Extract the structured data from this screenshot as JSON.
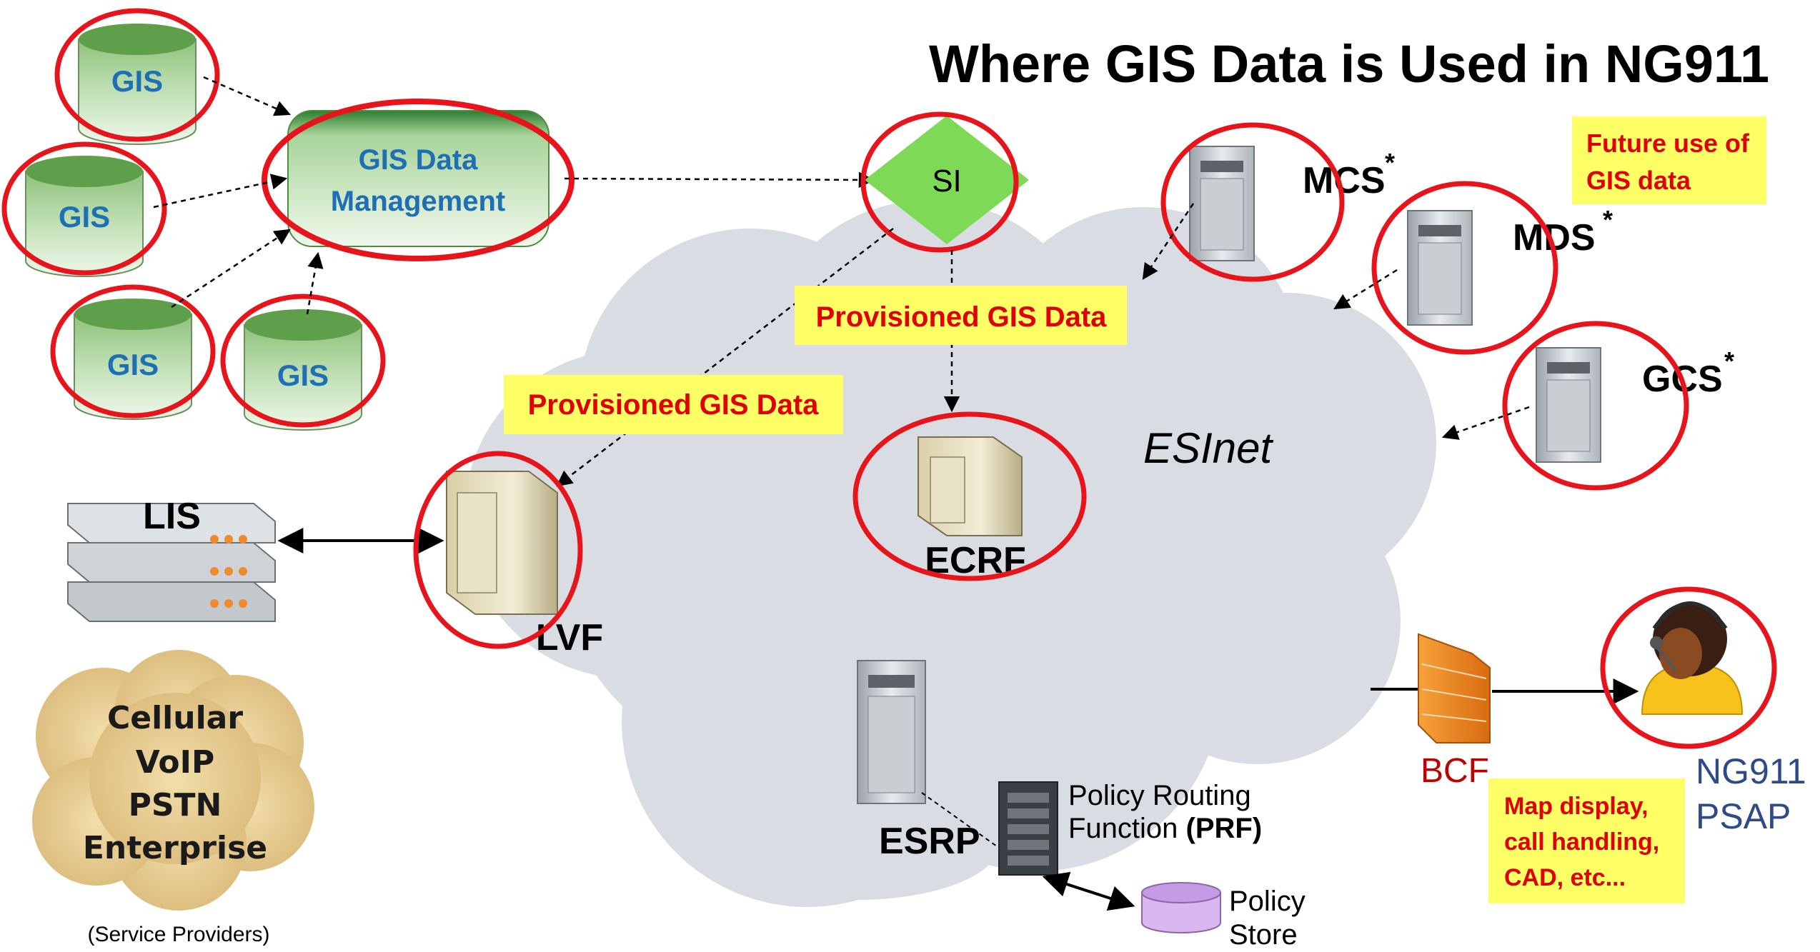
{
  "title": "Where GIS Data is Used in NG911",
  "gis_sources": [
    "GIS",
    "GIS",
    "GIS",
    "GIS"
  ],
  "gis_data_management": {
    "line1": "GIS Data",
    "line2": "Management"
  },
  "si": "SI",
  "provisioned_labels": [
    "Provisioned GIS Data",
    "Provisioned GIS Data"
  ],
  "future_note": {
    "line1": "Future use of",
    "line2": "GIS data"
  },
  "future_servers": [
    {
      "label": "MCS",
      "star": "*"
    },
    {
      "label": "MDS",
      "star": "*"
    },
    {
      "label": "GCS",
      "star": "*"
    }
  ],
  "esinet": "ESInet",
  "ecrf": "ECRF",
  "lis": "LIS",
  "lvf": "LVF",
  "esrp": "ESRP",
  "prf": {
    "line1": "Policy Routing",
    "line2_prefix": "Function ",
    "line2_bold": "(PRF)"
  },
  "policy_store": {
    "line1": "Policy",
    "line2": "Store"
  },
  "bcf": "BCF",
  "psap": {
    "line1": "NG911",
    "line2": "PSAP"
  },
  "psap_note": {
    "line1": "Map display,",
    "line2": "call handling,",
    "line3": "CAD, etc..."
  },
  "service_providers": {
    "items": [
      "Cellular",
      "VoIP",
      "PSTN",
      "Enterprise"
    ],
    "caption": "(Service Providers)"
  },
  "colors": {
    "ring": "#e8141c",
    "note_bg": "#ffff66",
    "cloud": "#d9dde3",
    "gis_text": "#1f6fb5",
    "si_green": "#7ed957",
    "bcf_red": "#c00000",
    "psap_blue": "#2e4a8a"
  }
}
